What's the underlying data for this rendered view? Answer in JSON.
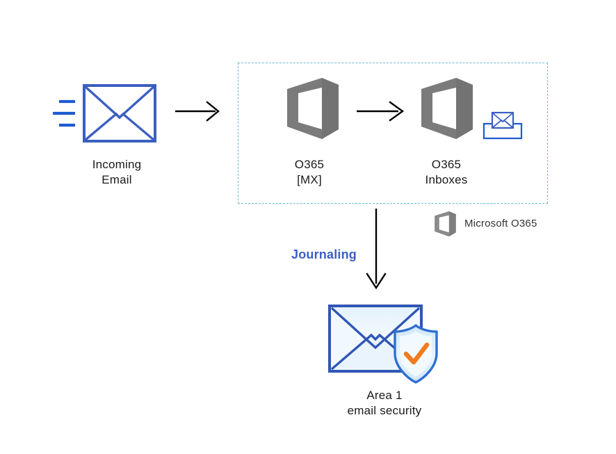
{
  "diagram": {
    "title": "Microsoft O365 email journaling to Area 1 email security",
    "background_color": "#ffffff",
    "colors": {
      "envelope_blue": "#3b5fc0",
      "speed_line_blue": "#1f5bd0",
      "o365_grey": "#7b7b7b",
      "o365_grey_dark": "#6e6e6e",
      "dashed_border": "#6cb9d6",
      "arrow_black": "#000000",
      "journaling_blue": "#3c5fc4",
      "area1_envelope_border": "#3056b5",
      "area1_envelope_fill": "#eaf4fc",
      "shield_fill": "#d7ecfb",
      "shield_border": "#2f6fd0",
      "check_orange": "#f07c1e",
      "label_text": "#1a1a1a"
    }
  },
  "nodes": {
    "incoming_email": {
      "label": "Incoming\nEmail",
      "icon": "envelope-icon"
    },
    "o365_mx": {
      "label": "O365\n[MX]",
      "icon": "office365-icon"
    },
    "o365_inboxes": {
      "label": "O365\nInboxes",
      "icon": "office365-icon",
      "secondary_icon": "inbox-tray-icon"
    },
    "area1": {
      "label": "Area 1\nemail security",
      "icon": "secure-email-shield-icon"
    }
  },
  "edges": {
    "incoming_to_mx": {
      "name": "arrow-right",
      "direction": "right"
    },
    "mx_to_inboxes": {
      "name": "arrow-right",
      "direction": "right"
    },
    "inboxes_to_area1": {
      "name": "arrow-down",
      "direction": "down",
      "label": "Journaling"
    }
  },
  "boundary": {
    "name": "o365-boundary",
    "style": "dashed"
  },
  "legend": {
    "icon": "office365-icon",
    "label": "Microsoft O365"
  }
}
